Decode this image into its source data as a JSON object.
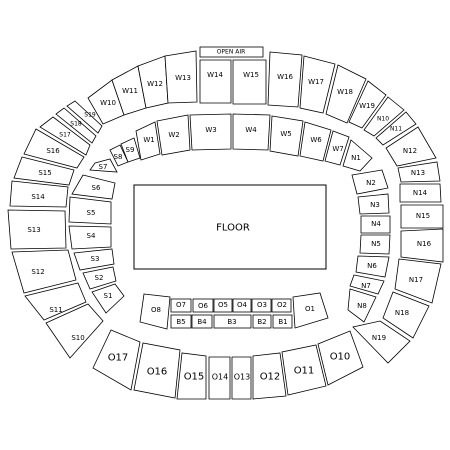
{
  "venue": {
    "floor_label": "FLOOR",
    "open_air_label": "OPEN AIR"
  },
  "sections": {
    "W1": "W1",
    "W2": "W2",
    "W3": "W3",
    "W4": "W4",
    "W5": "W5",
    "W6": "W6",
    "W7": "W7",
    "W10": "W10",
    "W11": "W11",
    "W12": "W12",
    "W13": "W13",
    "W14": "W14",
    "W15": "W15",
    "W16": "W16",
    "W17": "W17",
    "W18": "W18",
    "W19": "W19",
    "N1": "N1",
    "N2": "N2",
    "N3": "N3",
    "N4": "N4",
    "N5": "N5",
    "N6": "N6",
    "N7": "N7",
    "N8": "N8",
    "N10": "N10",
    "N11": "N11",
    "N12": "N12",
    "N13": "N13",
    "N14": "N14",
    "N15": "N15",
    "N16": "N16",
    "N17": "N17",
    "N18": "N18",
    "N19": "N19",
    "S1": "S1",
    "S2": "S2",
    "S3": "S3",
    "S4": "S4",
    "S5": "S5",
    "S6": "S6",
    "S7": "S7",
    "S8": "S8",
    "S9": "S9",
    "S10": "S10",
    "S11": "S11",
    "S12": "S12",
    "S13": "S13",
    "S14": "S14",
    "S15": "S15",
    "S16": "S16",
    "S17": "S17",
    "S18": "S18",
    "S19": "S19",
    "O1": "O1",
    "O2": "O2",
    "O3": "O3",
    "O4": "O4",
    "O5": "O5",
    "O6": "O6",
    "O7": "O7",
    "O8": "O8",
    "O10": "O10",
    "O11": "O11",
    "O12": "O12",
    "O13": "O13",
    "O14": "O14",
    "O15": "O15",
    "O16": "O16",
    "O17": "O17",
    "B1": "B1",
    "B2": "B2",
    "B3": "B3",
    "B4": "B4",
    "B5": "B5"
  }
}
